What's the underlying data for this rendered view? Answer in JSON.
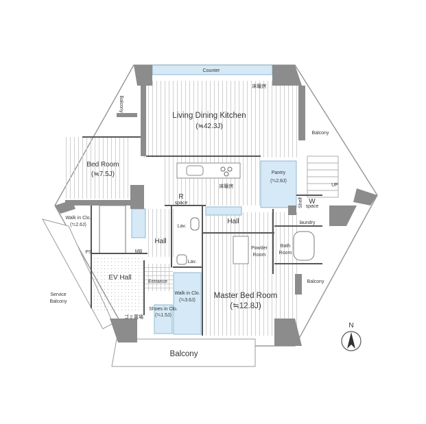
{
  "rooms": {
    "counter": "Counter",
    "ldk": "Living Dining Kitchen",
    "ldk_area": "(≒42.3J)",
    "kitchen_mark": "床暖房",
    "ldk_floorheat": "床暖房",
    "bedroom": "Bed Room",
    "bedroom_area": "(≒7.5J)",
    "balcony_nw": "Balcony",
    "balcony_ne": "Balcony",
    "balcony_e": "Balcony",
    "balcony_s": "Balcony",
    "service_balcony_1": "Service",
    "service_balcony_2": "Balcony",
    "pantry": "Pantry",
    "pantry_area": "(≒2.8J)",
    "walkin_clo_nw": "Walk in Clo.",
    "walkin_clo_nw_area": "(≒2.6J)",
    "ps": "PS",
    "mb": "MB",
    "hall_w": "Hall",
    "hall_c": "Hall",
    "r_space": "R",
    "r_space_sub": "space",
    "lav_1": "Lav.",
    "lav_2": "Lav.",
    "w_space": "W",
    "w_space_sub": "space",
    "shelf": "Shelf",
    "laundry": "laundry",
    "powder_1": "Powder",
    "powder_2": "Room",
    "bath_1": "Bath",
    "bath_2": "Room",
    "ev_hall": "EV Hall",
    "entrance": "Entrance",
    "walkin_clo_c": "Walk in Clo.",
    "walkin_clo_c_area": "(≒3.6J)",
    "shoes_clo": "Shoes in Clo.",
    "shoes_clo_area": "(≒1.5J)",
    "garbage": "ゴミ置場",
    "master": "Master Bed Room",
    "master_area": "(≒12.8J)",
    "up": "UP"
  },
  "compass": {
    "label": "N"
  },
  "colors": {
    "wall": "#8c8c8c",
    "storage": "#d6e9f6",
    "storage_stroke": "#8fb7d1",
    "floor_line": "#cfcfcf"
  }
}
